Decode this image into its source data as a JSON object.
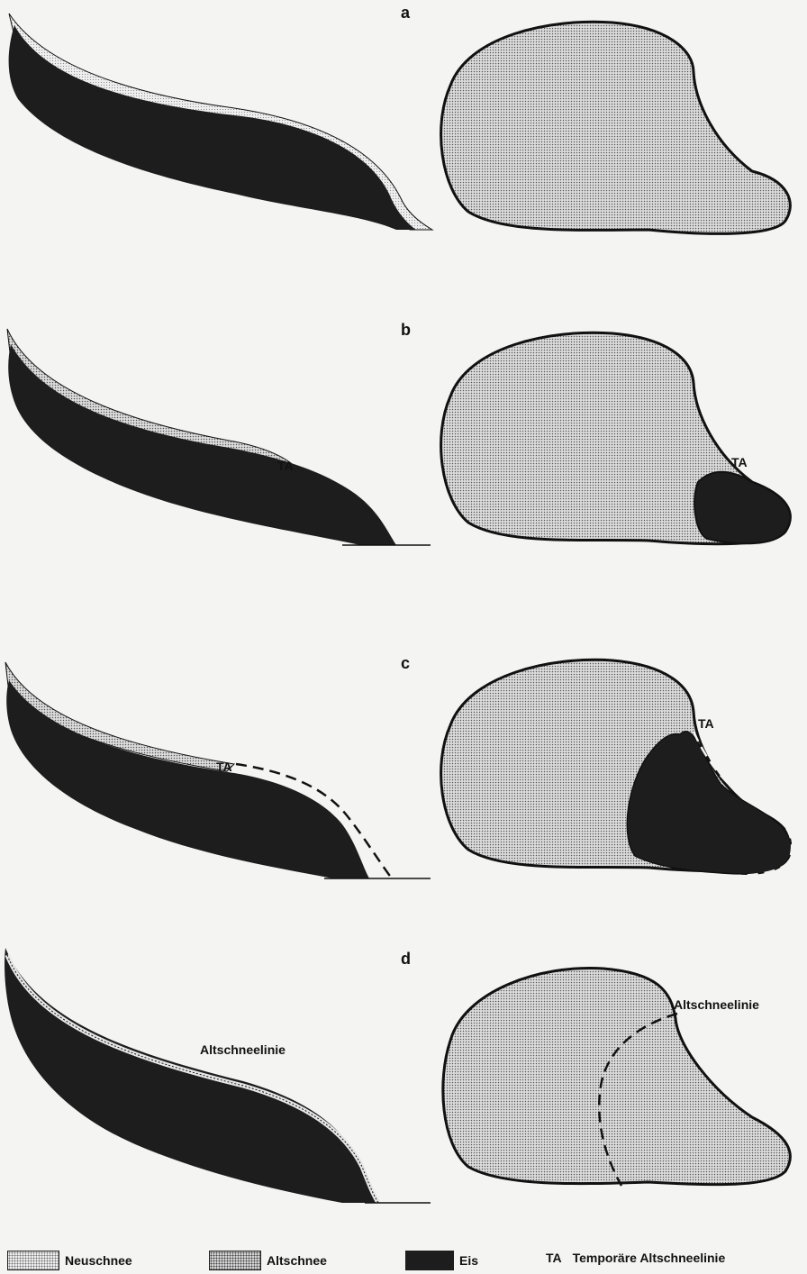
{
  "panels": [
    {
      "letter": "a",
      "side_label": "",
      "plan_label": ""
    },
    {
      "letter": "b",
      "side_label": "TA",
      "plan_label": "TA"
    },
    {
      "letter": "c",
      "side_label": "TA",
      "plan_label": "TA"
    },
    {
      "letter": "d",
      "side_label": "Altschneelinie",
      "plan_label": "Altschneelinie"
    }
  ],
  "legend": {
    "neuschnee": "Neuschnee",
    "altschnee": "Altschnee",
    "eis": "Eis",
    "ta_abbr": "TA",
    "ta_text": "Temporäre Altschneelinie"
  },
  "colors": {
    "ice": "#1d1d1d",
    "firn": "#d4d4d4",
    "new_snow": "#ececec",
    "outline": "#111111",
    "background": "#f4f4f2"
  }
}
